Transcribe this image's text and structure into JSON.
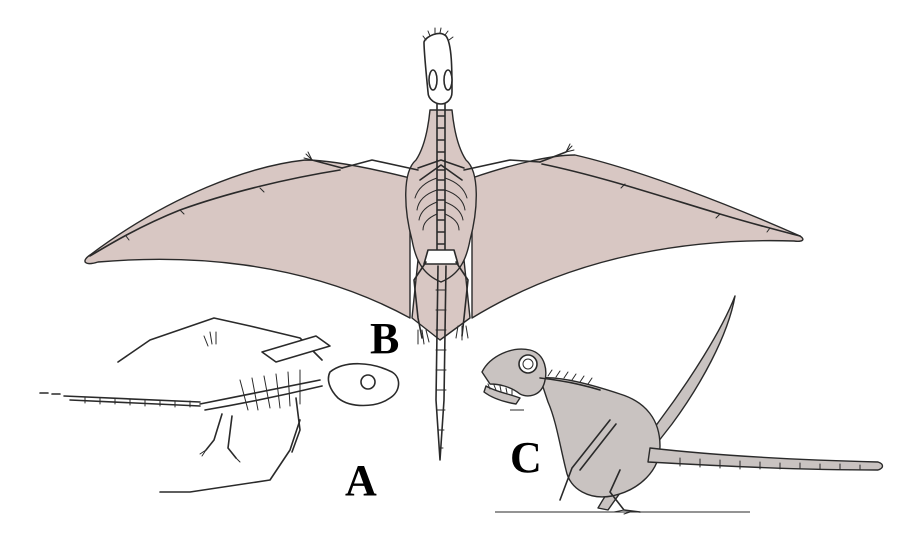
{
  "figure": {
    "panels": [
      {
        "id": "A",
        "label": "A"
      },
      {
        "id": "B",
        "label": "B"
      },
      {
        "id": "C",
        "label": "C"
      }
    ],
    "colors": {
      "membrane": "#d8c7c3",
      "body_tissue": "#c9c3c1",
      "outline": "#2a2a2a",
      "bone": "#ffffff",
      "background": "#ffffff"
    },
    "icons": {
      "A": "fossil-skeleton-icon",
      "B": "pterosaur-dorsal-reconstruction-icon",
      "C": "pterosaur-lateral-reconstruction-icon"
    }
  }
}
